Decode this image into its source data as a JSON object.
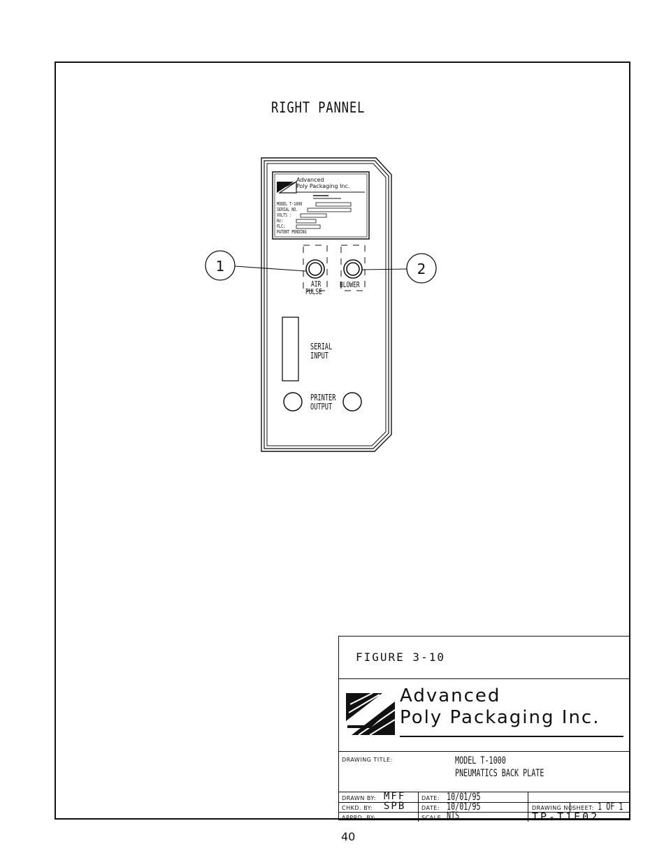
{
  "page_title": "RIGHT PANNEL",
  "page_number": "40",
  "panel": {
    "logo_line1": "Advanced",
    "logo_line2": "Poly Packaging Inc.",
    "model_label": "MODEL T-1000",
    "serial_label": "SERIAL NO.",
    "volts_label": "VOLTS :",
    "hz_label": "Hz:",
    "flc_label": "FLC:",
    "patent_label": "PATENT PENDING",
    "air_label_1": "AIR",
    "air_label_2": "PULSE",
    "blower_label": "BLOWER",
    "serial_input_1": "SERIAL",
    "serial_input_2": "INPUT",
    "printer_1": "PRINTER",
    "printer_2": "OUTPUT"
  },
  "callouts": [
    "1",
    "2"
  ],
  "title_block": {
    "figure": "FIGURE 3-10",
    "company_line1": "Advanced",
    "company_line2": "Poly Packaging Inc.",
    "drawing_title_label": "DRAWING TITLE:",
    "drawing_title_line1": "MODEL T-1000",
    "drawing_title_line2": "PNEUMATICS BACK PLATE",
    "drawn_by_label": "DRAWN BY:",
    "drawn_by": "MFF",
    "chkd_by_label": "CHKD. BY:",
    "chkd_by": "SPB",
    "apprd_by_label": "APPRD. BY:",
    "date_label_1": "DATE:",
    "date_1": "10/01/95",
    "date_label_2": "DATE:",
    "date_2": "10/01/95",
    "scale_label": "SCALE",
    "scale": "NTS",
    "drawing_no_label": "DRAWING NO.",
    "drawing_no": "TP-T1E02",
    "sheet_label": "SHEET:",
    "sheet": "1 OF 1"
  }
}
